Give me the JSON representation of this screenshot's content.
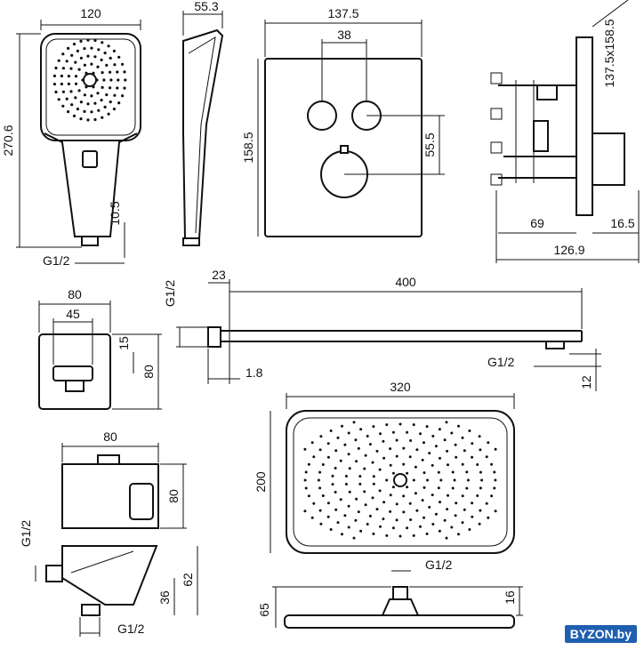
{
  "watermark": "BYZON.by",
  "dims": {
    "hs_width": "120",
    "hs_side_depth": "55.3",
    "hs_height": "270.6",
    "hs_bottom": "10.5",
    "hs_thread": "G1/2",
    "plate_width": "137.5",
    "knob_spacing": "38",
    "plate_height": "158.5",
    "knob_offset": "55.5",
    "box_size": "137.5x158.5",
    "box_depth_a": "69",
    "box_depth_b": "16.5",
    "box_total": "126.9",
    "holder_width": "80",
    "holder_inner": "45",
    "holder_h15": "15",
    "holder_height": "80",
    "arm_thread": "G1/2",
    "arm_flange": "23",
    "arm_length": "400",
    "arm_wall": "1.8",
    "arm_outlet": "G1/2",
    "arm_drop": "12",
    "head_width": "320",
    "head_depth": "200",
    "head_thread": "G1/2",
    "head_height": "65",
    "head_nut": "16",
    "outlet_width": "80",
    "outlet_height": "80",
    "outlet_thread_side": "G1/2",
    "outlet_h62": "62",
    "outlet_h36": "36",
    "outlet_thread_bottom": "G1/2"
  }
}
